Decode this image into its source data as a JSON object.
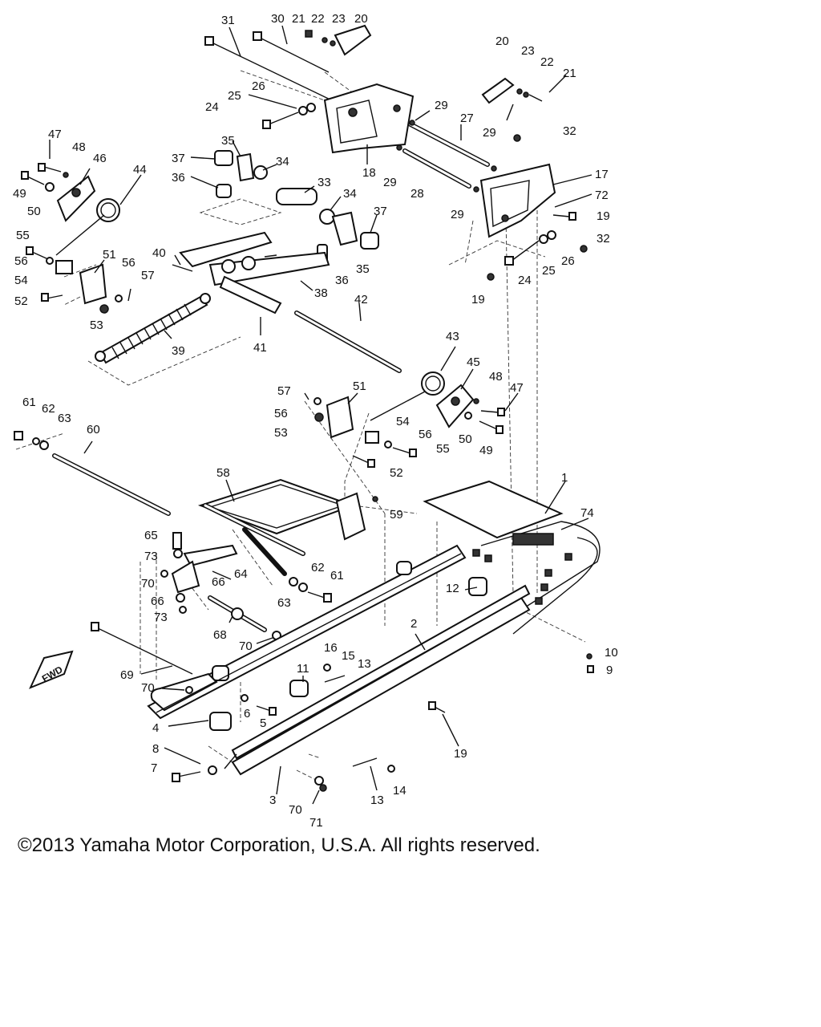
{
  "diagram": {
    "fwd_label": "FWD",
    "callouts": [
      {
        "id": "c31",
        "label": "31"
      },
      {
        "id": "c30",
        "label": "30"
      },
      {
        "id": "c21a",
        "label": "21"
      },
      {
        "id": "c22a",
        "label": "22"
      },
      {
        "id": "c23a",
        "label": "23"
      },
      {
        "id": "c20a",
        "label": "20"
      },
      {
        "id": "c20b",
        "label": "20"
      },
      {
        "id": "c23b",
        "label": "23"
      },
      {
        "id": "c22b",
        "label": "22"
      },
      {
        "id": "c21b",
        "label": "21"
      },
      {
        "id": "c26a",
        "label": "26"
      },
      {
        "id": "c25a",
        "label": "25"
      },
      {
        "id": "c24a",
        "label": "24"
      },
      {
        "id": "c29a",
        "label": "29"
      },
      {
        "id": "c27",
        "label": "27"
      },
      {
        "id": "c29b",
        "label": "29"
      },
      {
        "id": "c32a",
        "label": "32"
      },
      {
        "id": "c47a",
        "label": "47"
      },
      {
        "id": "c48a",
        "label": "48"
      },
      {
        "id": "c46",
        "label": "46"
      },
      {
        "id": "c35a",
        "label": "35"
      },
      {
        "id": "c37a",
        "label": "37"
      },
      {
        "id": "c34a",
        "label": "34"
      },
      {
        "id": "c36a",
        "label": "36"
      },
      {
        "id": "c18",
        "label": "18"
      },
      {
        "id": "c29c",
        "label": "29"
      },
      {
        "id": "c28",
        "label": "28"
      },
      {
        "id": "c17",
        "label": "17"
      },
      {
        "id": "c44",
        "label": "44"
      },
      {
        "id": "c49a",
        "label": "49"
      },
      {
        "id": "c50a",
        "label": "50"
      },
      {
        "id": "c33",
        "label": "33"
      },
      {
        "id": "c34b",
        "label": "34"
      },
      {
        "id": "c72",
        "label": "72"
      },
      {
        "id": "c29d",
        "label": "29"
      },
      {
        "id": "c19a",
        "label": "19"
      },
      {
        "id": "c37b",
        "label": "37"
      },
      {
        "id": "c55a",
        "label": "55"
      },
      {
        "id": "c32b",
        "label": "32"
      },
      {
        "id": "c56a",
        "label": "56"
      },
      {
        "id": "c51a",
        "label": "51"
      },
      {
        "id": "c40",
        "label": "40"
      },
      {
        "id": "c56b",
        "label": "56"
      },
      {
        "id": "c26b",
        "label": "26"
      },
      {
        "id": "c36b",
        "label": "36"
      },
      {
        "id": "c35b",
        "label": "35"
      },
      {
        "id": "c54a",
        "label": "54"
      },
      {
        "id": "c57a",
        "label": "57"
      },
      {
        "id": "c24b",
        "label": "24"
      },
      {
        "id": "c25b",
        "label": "25"
      },
      {
        "id": "c52a",
        "label": "52"
      },
      {
        "id": "c38",
        "label": "38"
      },
      {
        "id": "c19b",
        "label": "19"
      },
      {
        "id": "c53a",
        "label": "53"
      },
      {
        "id": "c42",
        "label": "42"
      },
      {
        "id": "c39",
        "label": "39"
      },
      {
        "id": "c41",
        "label": "41"
      },
      {
        "id": "c43",
        "label": "43"
      },
      {
        "id": "c45",
        "label": "45"
      },
      {
        "id": "c57b",
        "label": "57"
      },
      {
        "id": "c51b",
        "label": "51"
      },
      {
        "id": "c48b",
        "label": "48"
      },
      {
        "id": "c47b",
        "label": "47"
      },
      {
        "id": "c61a",
        "label": "61"
      },
      {
        "id": "c62a",
        "label": "62"
      },
      {
        "id": "c63a",
        "label": "63"
      },
      {
        "id": "c56c",
        "label": "56"
      },
      {
        "id": "c53b",
        "label": "53"
      },
      {
        "id": "c54b",
        "label": "54"
      },
      {
        "id": "c60",
        "label": "60"
      },
      {
        "id": "c56d",
        "label": "56"
      },
      {
        "id": "c50b",
        "label": "50"
      },
      {
        "id": "c55b",
        "label": "55"
      },
      {
        "id": "c49b",
        "label": "49"
      },
      {
        "id": "c52b",
        "label": "52"
      },
      {
        "id": "c58",
        "label": "58"
      },
      {
        "id": "c1",
        "label": "1"
      },
      {
        "id": "c59",
        "label": "59"
      },
      {
        "id": "c74",
        "label": "74"
      },
      {
        "id": "c65",
        "label": "65"
      },
      {
        "id": "c73a",
        "label": "73"
      },
      {
        "id": "c64",
        "label": "64"
      },
      {
        "id": "c70a",
        "label": "70"
      },
      {
        "id": "c66a",
        "label": "66"
      },
      {
        "id": "c62b",
        "label": "62"
      },
      {
        "id": "c61b",
        "label": "61"
      },
      {
        "id": "c12",
        "label": "12"
      },
      {
        "id": "c66b",
        "label": "66"
      },
      {
        "id": "c63b",
        "label": "63"
      },
      {
        "id": "c73b",
        "label": "73"
      },
      {
        "id": "c68",
        "label": "68"
      },
      {
        "id": "c2",
        "label": "2"
      },
      {
        "id": "c70b",
        "label": "70"
      },
      {
        "id": "c10",
        "label": "10"
      },
      {
        "id": "c9",
        "label": "9"
      },
      {
        "id": "c16",
        "label": "16"
      },
      {
        "id": "c15",
        "label": "15"
      },
      {
        "id": "c13a",
        "label": "13"
      },
      {
        "id": "c69",
        "label": "69"
      },
      {
        "id": "c11",
        "label": "11"
      },
      {
        "id": "c70c",
        "label": "70"
      },
      {
        "id": "c6",
        "label": "6"
      },
      {
        "id": "c5",
        "label": "5"
      },
      {
        "id": "c4",
        "label": "4"
      },
      {
        "id": "c19c",
        "label": "19"
      },
      {
        "id": "c8",
        "label": "8"
      },
      {
        "id": "c7",
        "label": "7"
      },
      {
        "id": "c14",
        "label": "14"
      },
      {
        "id": "c3",
        "label": "3"
      },
      {
        "id": "c13b",
        "label": "13"
      },
      {
        "id": "c70d",
        "label": "70"
      },
      {
        "id": "c71",
        "label": "71"
      }
    ]
  },
  "copyright": "©2013 Yamaha Motor Corporation, U.S.A. All rights reserved."
}
